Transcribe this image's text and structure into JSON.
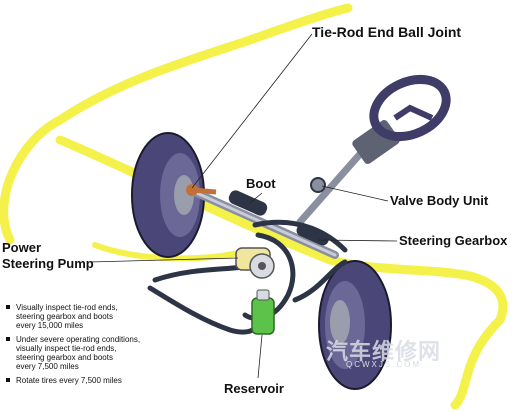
{
  "labels": {
    "tie_rod": "Tie-Rod End Ball Joint",
    "boot": "Boot",
    "valve_body": "Valve Body Unit",
    "power_steering_pump": "Power\nSteering Pump",
    "steering_gearbox": "Steering Gearbox",
    "reservoir": "Reservoir"
  },
  "notes": [
    "Visually inspect tie-rod ends,\nsteering gearbox and boots\nevery 15,000 miles",
    "Under severe operating conditions,\nvisually inspect tie-rod ends,\nsteering gearbox and boots\nevery 7,500 miles",
    "Rotate tires every 7,500 miles"
  ],
  "watermark": {
    "main": "汽车维修网",
    "sub": "QCWXJS.COM"
  },
  "colors": {
    "body_outline": "#f4f24a",
    "tire": "#4a4778",
    "steel": "#8a8fa0",
    "hose": "#2c3446",
    "reservoir": "#5cc24a",
    "pump": "#f0e6a0"
  }
}
